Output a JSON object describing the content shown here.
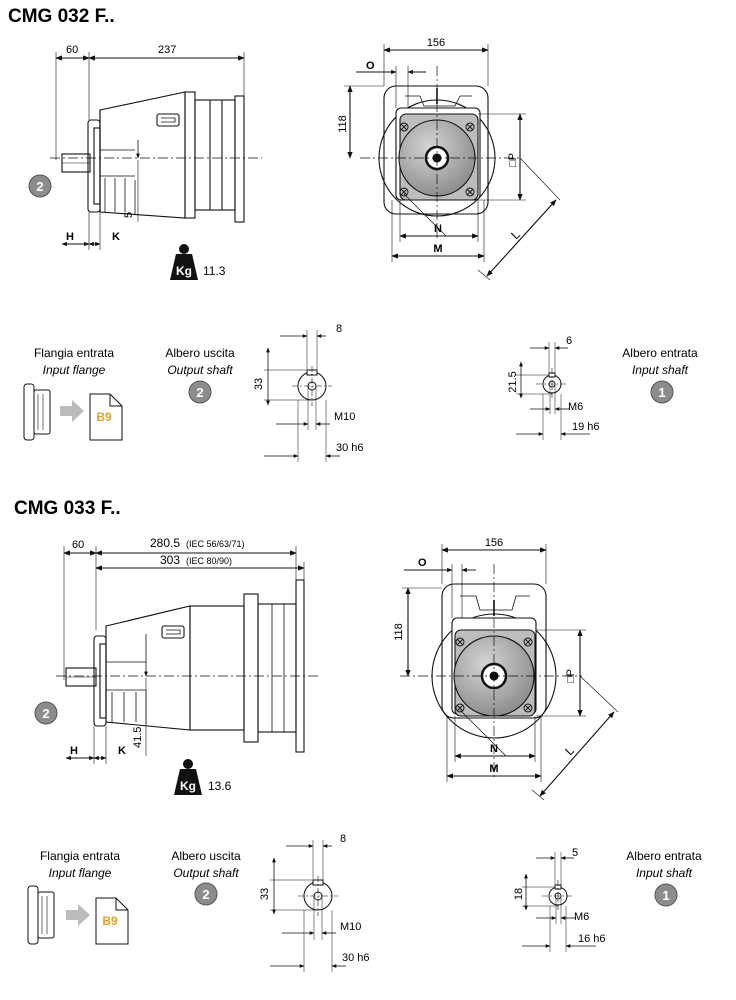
{
  "sections": [
    {
      "title": "CMG 032 F..",
      "side_view": {
        "dim_input": "60",
        "dim_total": "237",
        "dim_total_b": "",
        "dim_total_b_note": "",
        "dim_total_note": "",
        "dim_offset": "5",
        "dim_h": "H",
        "dim_k": "K",
        "badge": "2",
        "weight_label": "Kg",
        "weight_value": "11.3"
      },
      "front_view": {
        "dim_width": "156",
        "dim_o": "O",
        "dim_height": "118",
        "dim_p": "□P",
        "dim_l": "L",
        "dim_n": "N",
        "dim_m": "M"
      },
      "input_flange": {
        "label_it": "Flangia entrata",
        "label_en": "Input flange",
        "code": "B9"
      },
      "output_shaft": {
        "label_it": "Albero uscita",
        "label_en": "Output shaft",
        "badge": "2",
        "dim_key": "8",
        "dim_height": "33",
        "dim_thread": "M10",
        "dim_dia": "30 h6"
      },
      "input_shaft": {
        "label_it": "Albero entrata",
        "label_en": "Input shaft",
        "badge": "1",
        "dim_key": "6",
        "dim_height": "21.5",
        "dim_thread": "M6",
        "dim_dia": "19 h6"
      }
    },
    {
      "title": "CMG 033 F..",
      "side_view": {
        "dim_input": "60",
        "dim_total": "280.5",
        "dim_total_note": "(IEC 56/63/71)",
        "dim_total_b": "303",
        "dim_total_b_note": "(IEC 80/90)",
        "dim_offset": "41.5",
        "dim_h": "H",
        "dim_k": "K",
        "badge": "2",
        "weight_label": "Kg",
        "weight_value": "13.6"
      },
      "front_view": {
        "dim_width": "156",
        "dim_o": "O",
        "dim_height": "118",
        "dim_p": "□P",
        "dim_l": "L",
        "dim_n": "N",
        "dim_m": "M"
      },
      "input_flange": {
        "label_it": "Flangia entrata",
        "label_en": "Input flange",
        "code": "B9"
      },
      "output_shaft": {
        "label_it": "Albero uscita",
        "label_en": "Output shaft",
        "badge": "2",
        "dim_key": "8",
        "dim_height": "33",
        "dim_thread": "M10",
        "dim_dia": "30 h6"
      },
      "input_shaft": {
        "label_it": "Albero entrata",
        "label_en": "Input shaft",
        "badge": "1",
        "dim_key": "5",
        "dim_height": "18",
        "dim_thread": "M6",
        "dim_dia": "16 h6"
      }
    }
  ]
}
